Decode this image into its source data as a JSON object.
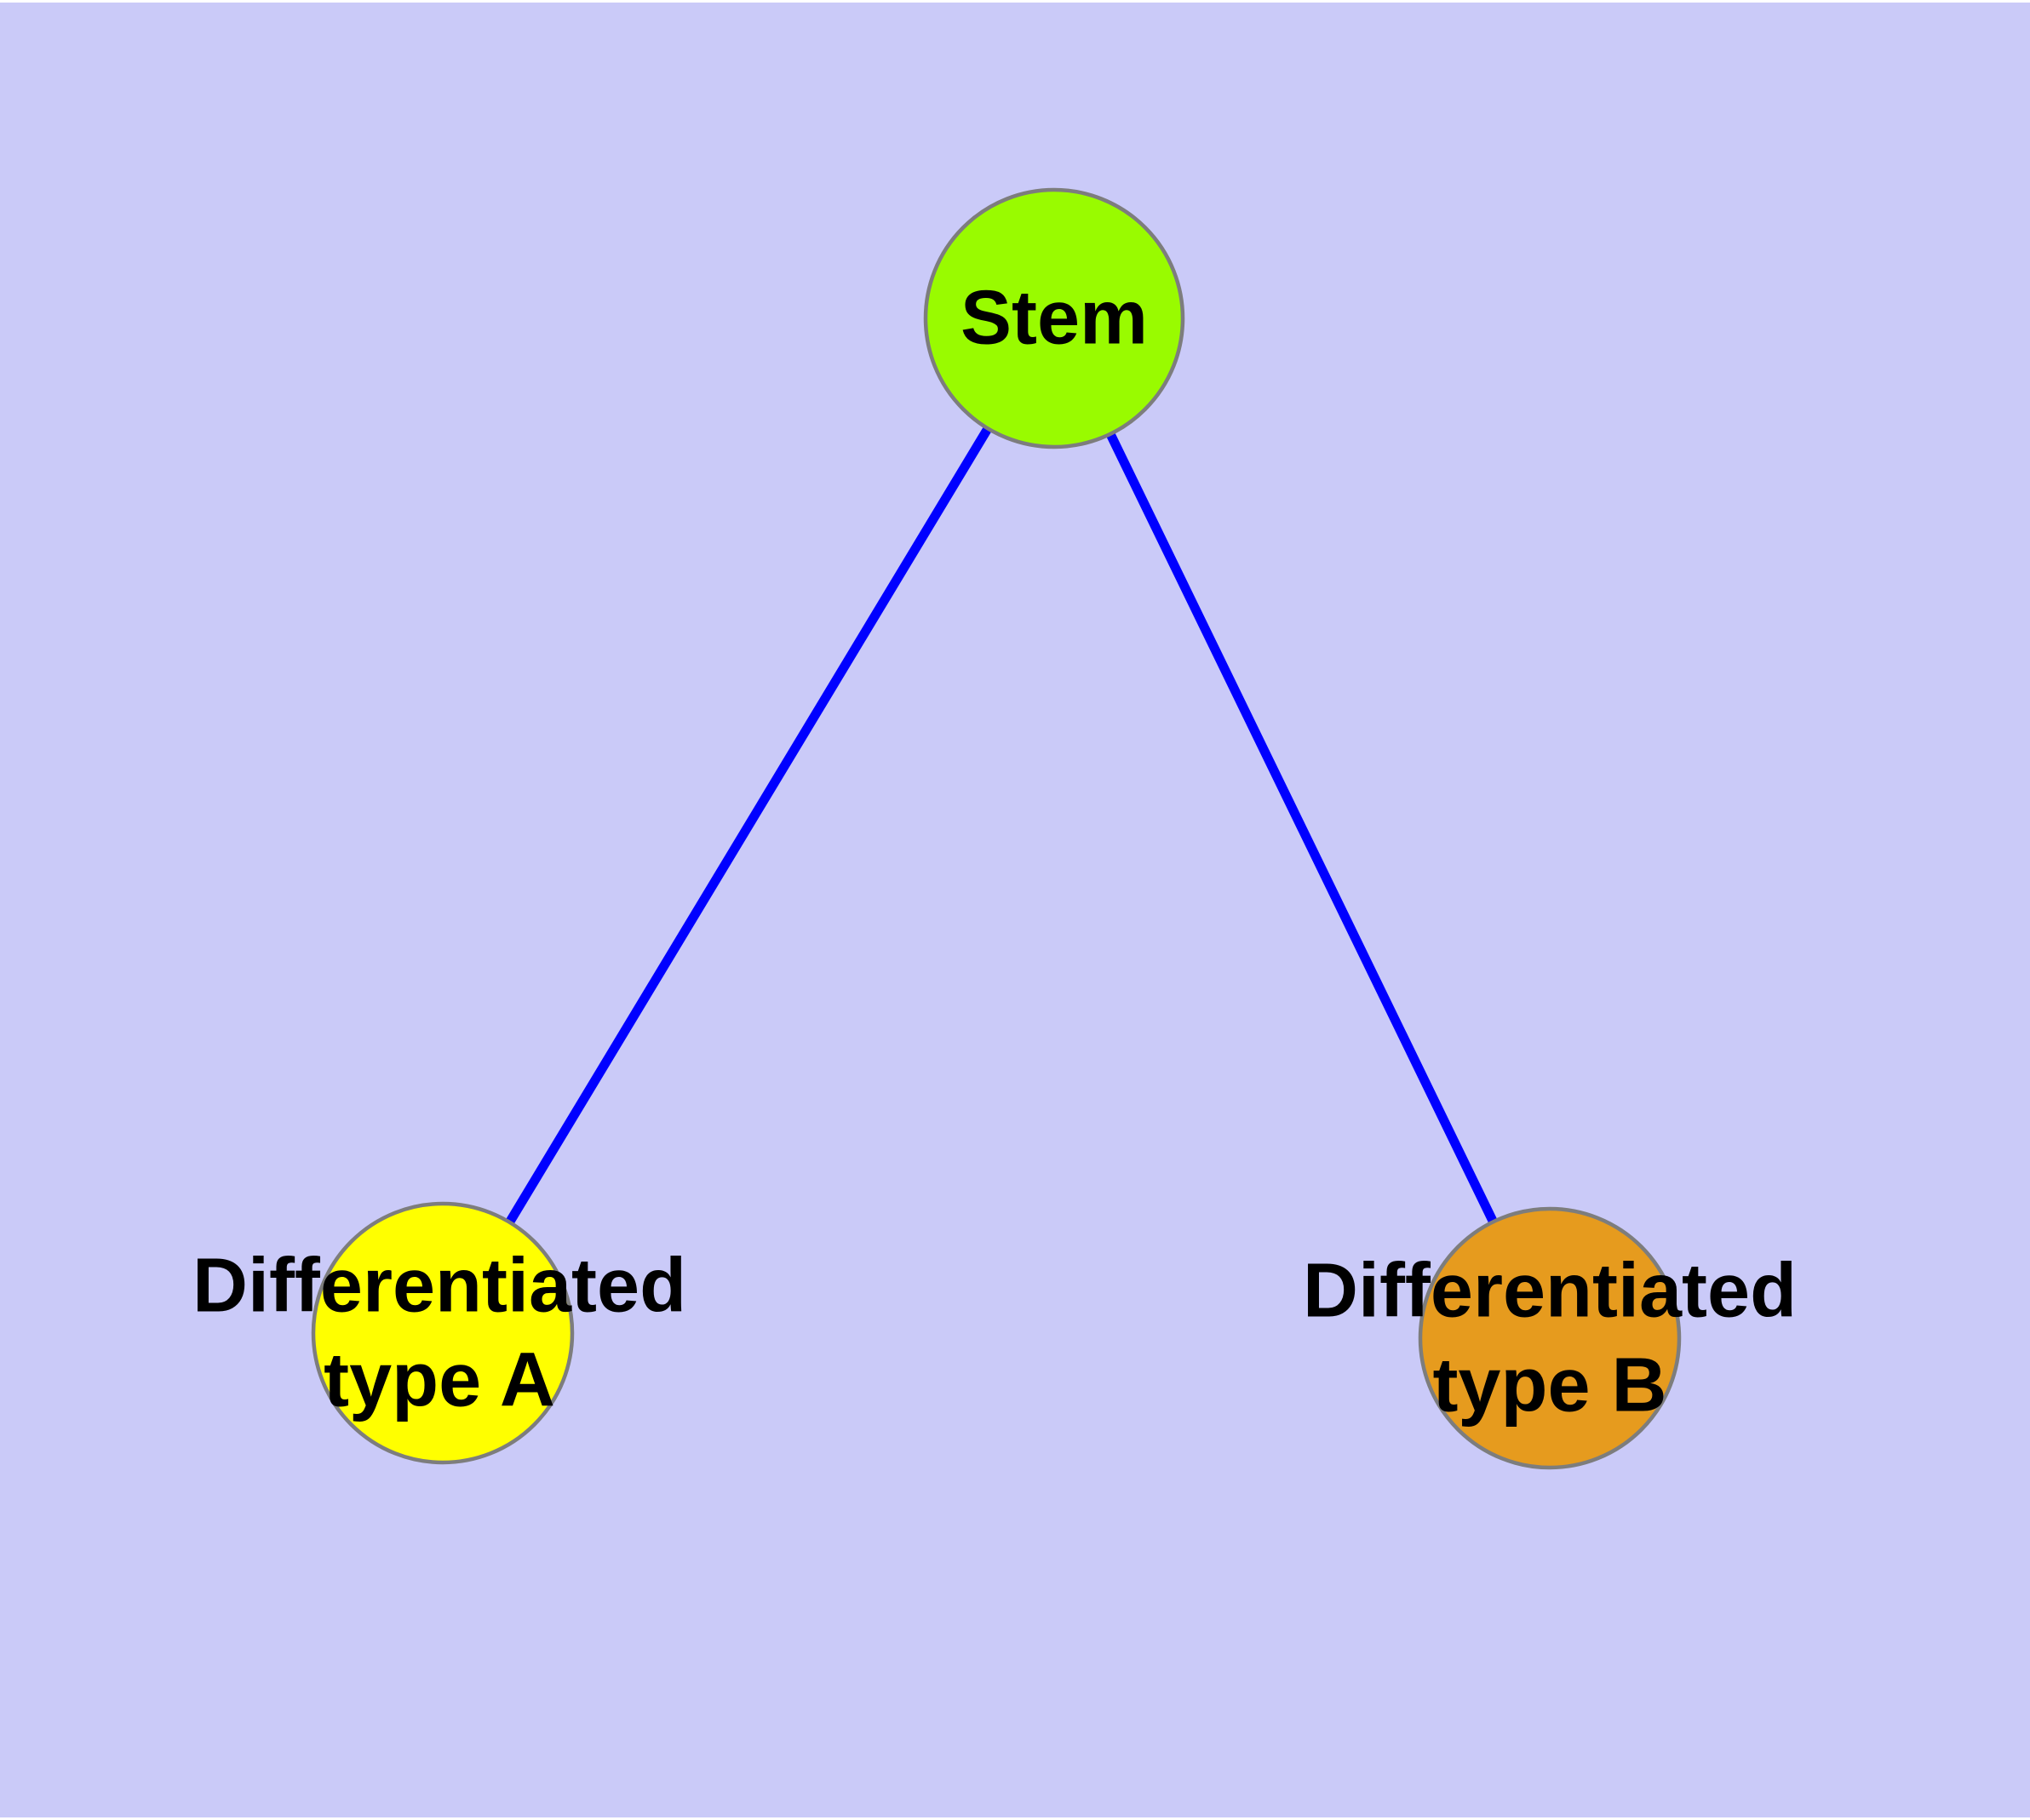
{
  "figure": {
    "background_color": "#CACAF8",
    "margin_color": "#FFFFFF",
    "edge_color": "#0000FF",
    "node_border_color": "#7D7D7D",
    "label_color": "#000000"
  },
  "nodes": [
    {
      "id": "stem",
      "label": "Stem",
      "fill": "#99FB00"
    },
    {
      "id": "differentiated-type-a",
      "label_line1": "Differentiated",
      "label_line2": "type A",
      "fill": "#FFFF00"
    },
    {
      "id": "differentiated-type-b",
      "label_line1": "Differentiated",
      "label_line2": "type B",
      "fill": "#E69B1E"
    }
  ],
  "edges": [
    {
      "from": "Stem",
      "to": "Differentiated type A"
    },
    {
      "from": "Stem",
      "to": "Differentiated type B"
    }
  ]
}
